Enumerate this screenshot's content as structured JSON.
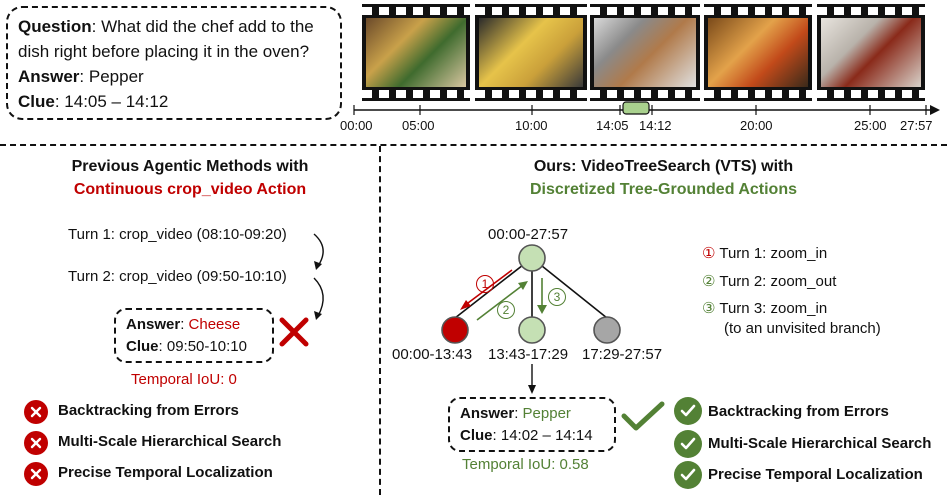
{
  "question_box": {
    "question_label": "Question",
    "question_text": ": What did the chef add to the dish right before placing it in the oven?",
    "answer_label": "Answer",
    "answer_text": ": Pepper",
    "clue_label": "Clue",
    "clue_text": ": 14:05 – 14:12"
  },
  "timeline": {
    "ticks": [
      "00:00",
      "05:00",
      "10:00",
      "14:05",
      "14:12",
      "20:00",
      "25:00",
      "27:57"
    ]
  },
  "left": {
    "title_line1": "Previous Agentic Methods with",
    "title_line2": "Continuous crop_video Action",
    "turn1": "Turn 1: crop_video (08:10-09:20)",
    "turn2": "Turn 2: crop_video (09:50-10:10)",
    "answer_label": "Answer",
    "answer_sep": ": ",
    "answer_value": "Cheese",
    "clue_label": "Clue",
    "clue_value": ": 09:50-10:10",
    "iou": "Temporal IoU: 0",
    "features": [
      "Backtracking from Errors",
      "Multi-Scale Hierarchical Search",
      "Precise Temporal Localization"
    ]
  },
  "right": {
    "title_line1": "Ours: VideoTreeSearch (VTS) with",
    "title_line2": "Discretized Tree-Grounded Actions",
    "root_label": "00:00-27:57",
    "child_labels": [
      "00:00-13:43",
      "13:43-17:29",
      "17:29-27:57"
    ],
    "step_numbers": [
      "1",
      "2",
      "3"
    ],
    "legend": [
      "Turn 1: zoom_in",
      "Turn 2: zoom_out",
      "Turn 3: zoom_in",
      "(to an unvisited branch)"
    ],
    "legend_marks": [
      "①",
      "②",
      "③"
    ],
    "answer_label": "Answer",
    "answer_sep": ": ",
    "answer_value": "Pepper",
    "clue_label": "Clue",
    "clue_value": ": 14:02 – 14:14",
    "iou": "Temporal IoU: 0.58",
    "features": [
      "Backtracking from Errors",
      "Multi-Scale Hierarchical Search",
      "Precise Temporal Localization"
    ]
  },
  "colors": {
    "red": "#c00000",
    "green": "#538135",
    "node_green": "#c5e0b4",
    "node_red": "#c00000",
    "node_gray": "#a6a6a6"
  }
}
